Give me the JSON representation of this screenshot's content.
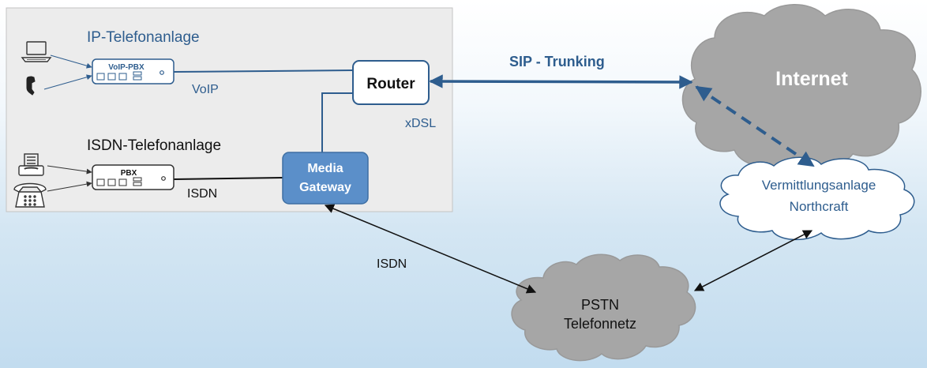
{
  "labels": {
    "ip_pbx_title": "IP-Telefonanlage",
    "voip_pbx": "VoIP-PBX",
    "voip_link": "VoIP",
    "router": "Router",
    "xdsl": "xDSL",
    "isdn_pbx_title": "ISDN-Telefonanlage",
    "pbx": "PBX",
    "isdn_link": "ISDN",
    "media_gateway_line1": "Media",
    "media_gateway_line2": "Gateway",
    "sip_trunking": "SIP - Trunking",
    "internet": "Internet",
    "exchange_line1": "Vermittlungsanlage",
    "exchange_line2": "Northcraft",
    "isdn_pstn": "ISDN",
    "pstn_line1": "PSTN",
    "pstn_line2": "Telefonnetz"
  },
  "colors": {
    "panel": "#ececec",
    "panel_border": "#c4c4c4",
    "accent_blue": "#2e5d8e",
    "gateway_fill": "#5b8fc9",
    "cloud_gray": "#a6a6a6",
    "cloud_light": "#ffffff",
    "text_dark": "#111111",
    "text_white": "#ffffff"
  },
  "icons": [
    "laptop-icon",
    "phone-handset-icon",
    "fax-icon",
    "desk-phone-icon"
  ]
}
